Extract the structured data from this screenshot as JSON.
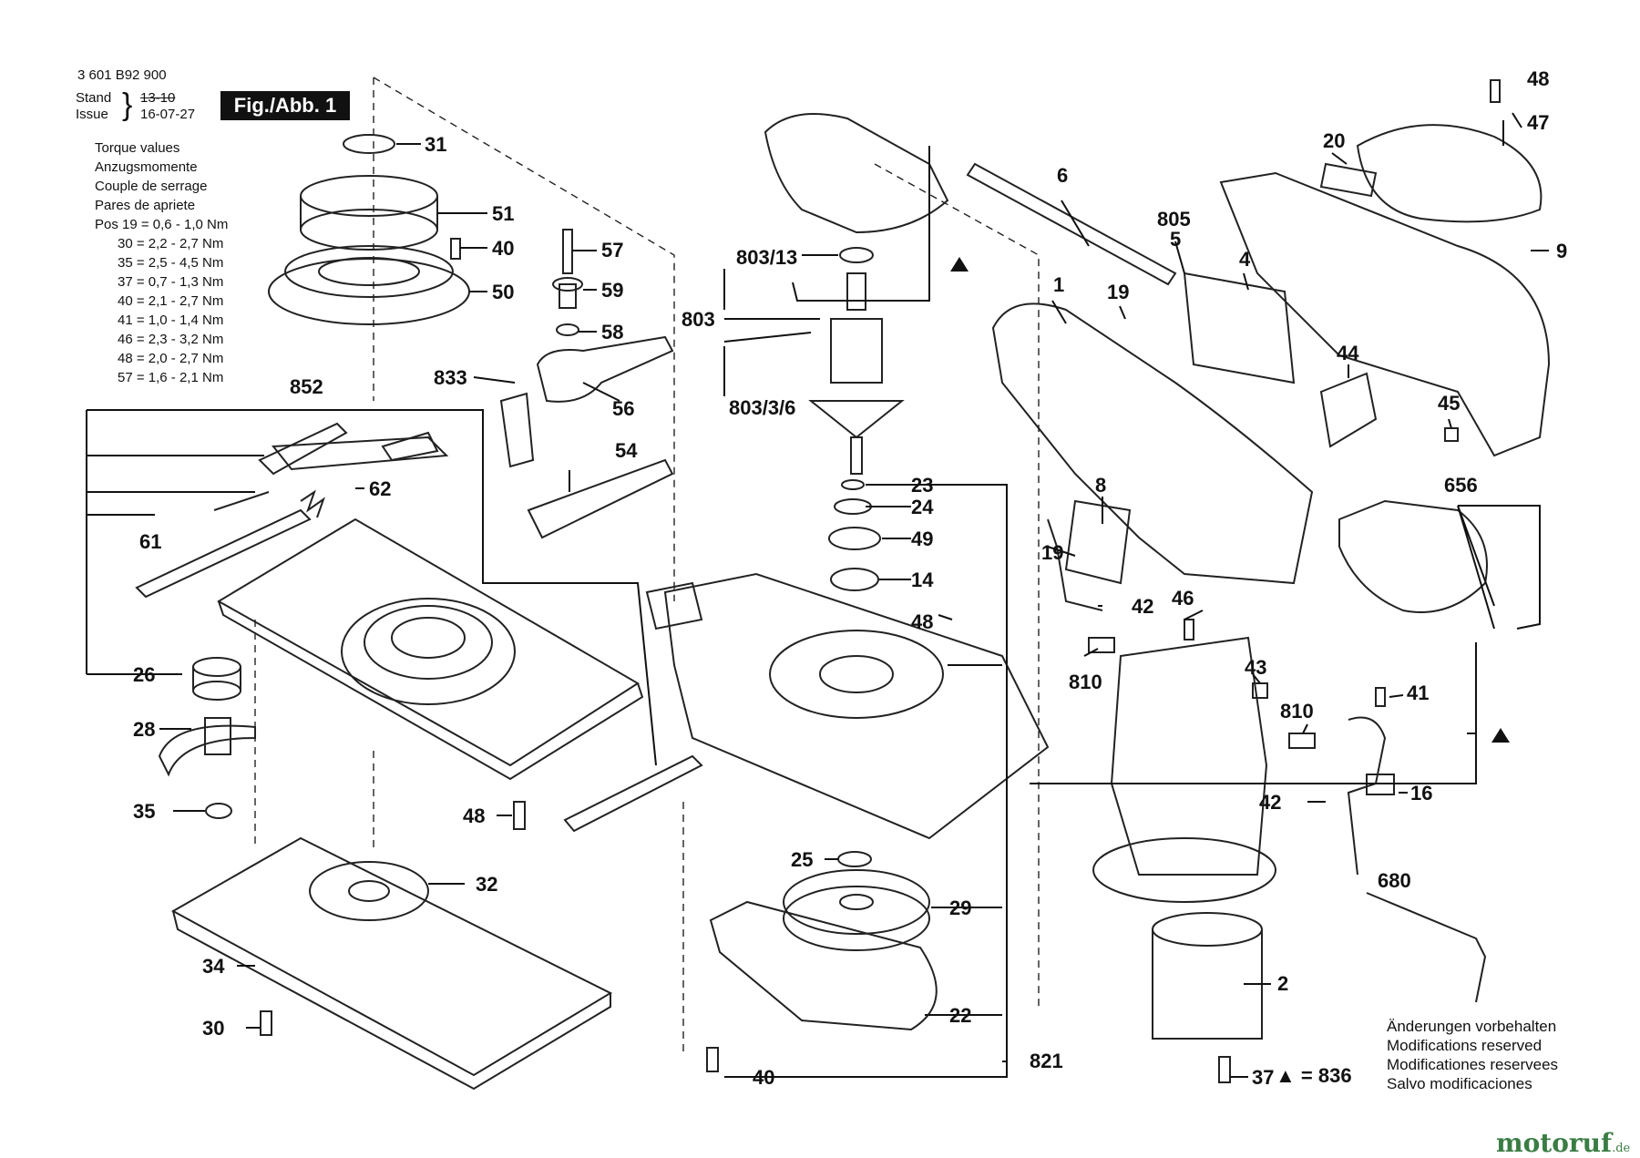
{
  "header": {
    "part_number": "3 601 B92 900",
    "stand_label": "Stand",
    "issue_label": "Issue",
    "stand_value": "13-10",
    "issue_value": "16-07-27",
    "figure_label": "Fig./Abb. 1"
  },
  "torque": {
    "titles": [
      "Torque values",
      "Anzugsmomente",
      "Couple de serrage",
      "Pares de apriete"
    ],
    "rows": [
      "Pos 19 = 0,6 - 1,0 Nm",
      "      30 = 2,2 - 2,7 Nm",
      "      35 = 2,5 - 4,5 Nm",
      "      37 = 0,7 - 1,3 Nm",
      "      40 = 2,1 - 2,7 Nm",
      "      41 = 1,0 - 1,4 Nm",
      "      46 = 2,3 - 3,2 Nm",
      "      48 = 2,0 - 2,7 Nm",
      "      57 = 1,6 - 2,1 Nm"
    ]
  },
  "callouts": {
    "c31": "31",
    "c51": "51",
    "c40a": "40",
    "c50": "50",
    "c57": "57",
    "c59": "59",
    "c58": "58",
    "c56": "56",
    "c833": "833",
    "c54": "54",
    "c852": "852",
    "c62": "62",
    "c61": "61",
    "c26": "26",
    "c28": "28",
    "c35": "35",
    "c32": "32",
    "c34": "34",
    "c30": "30",
    "c48a": "48",
    "c803_13": "803/13",
    "c803": "803",
    "c803_3_6": "803/3/6",
    "c23": "23",
    "c24": "24",
    "c49": "49",
    "c14": "14",
    "c48b": "48",
    "c25": "25",
    "c29": "29",
    "c22": "22",
    "c40b": "40",
    "c821": "821",
    "c6": "6",
    "c805": "805",
    "c5": "5",
    "c4": "4",
    "c1": "1",
    "c19a": "19",
    "c20": "20",
    "c48c": "48",
    "c47": "47",
    "c9": "9",
    "c44": "44",
    "c45": "45",
    "c8": "8",
    "c19b": "19",
    "c42a": "42",
    "c46": "46",
    "c810a": "810",
    "c656": "656",
    "c43": "43",
    "c41": "41",
    "c810b": "810",
    "c42b": "42",
    "c16": "16",
    "c680": "680",
    "c2": "2",
    "c37": "37"
  },
  "legend": {
    "text": "▲ = 836"
  },
  "note": {
    "lines": [
      "Änderungen vorbehalten",
      "Modifications reserved",
      "Modificationes reservees",
      "Salvo modificaciones"
    ]
  },
  "watermark": {
    "text": "motoruf",
    "suffix": ".de"
  }
}
